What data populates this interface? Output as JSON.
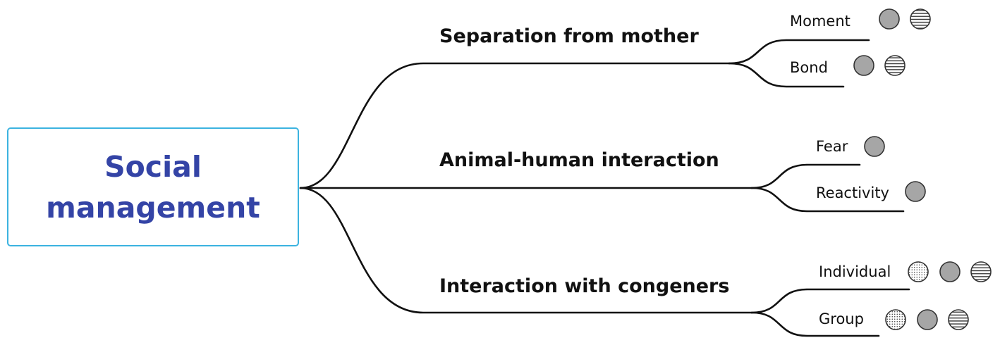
{
  "root": {
    "title": "Social\nmanagement",
    "border_color": "#3bb3e0",
    "text_color": "#3444a6"
  },
  "branches": [
    {
      "label": "Separation from mother",
      "leaves": [
        {
          "label": "Moment",
          "markers": [
            "solid-grey-circle-icon",
            "horizontal-lines-circle-icon"
          ]
        },
        {
          "label": "Bond",
          "markers": [
            "solid-grey-circle-icon",
            "horizontal-lines-circle-icon"
          ]
        }
      ]
    },
    {
      "label": "Animal-human interaction",
      "leaves": [
        {
          "label": "Fear",
          "markers": [
            "solid-grey-circle-icon"
          ]
        },
        {
          "label": "Reactivity",
          "markers": [
            "solid-grey-circle-icon"
          ]
        }
      ]
    },
    {
      "label": "Interaction with congeners",
      "leaves": [
        {
          "label": "Individual",
          "markers": [
            "dotted-circle-icon",
            "solid-grey-circle-icon",
            "horizontal-lines-circle-icon"
          ]
        },
        {
          "label": "Group",
          "markers": [
            "dotted-circle-icon",
            "solid-grey-circle-icon",
            "horizontal-lines-circle-icon"
          ]
        }
      ]
    }
  ],
  "colors": {
    "line": "#111111",
    "marker_fill": "#a6a6a6",
    "marker_stroke": "#333333"
  }
}
